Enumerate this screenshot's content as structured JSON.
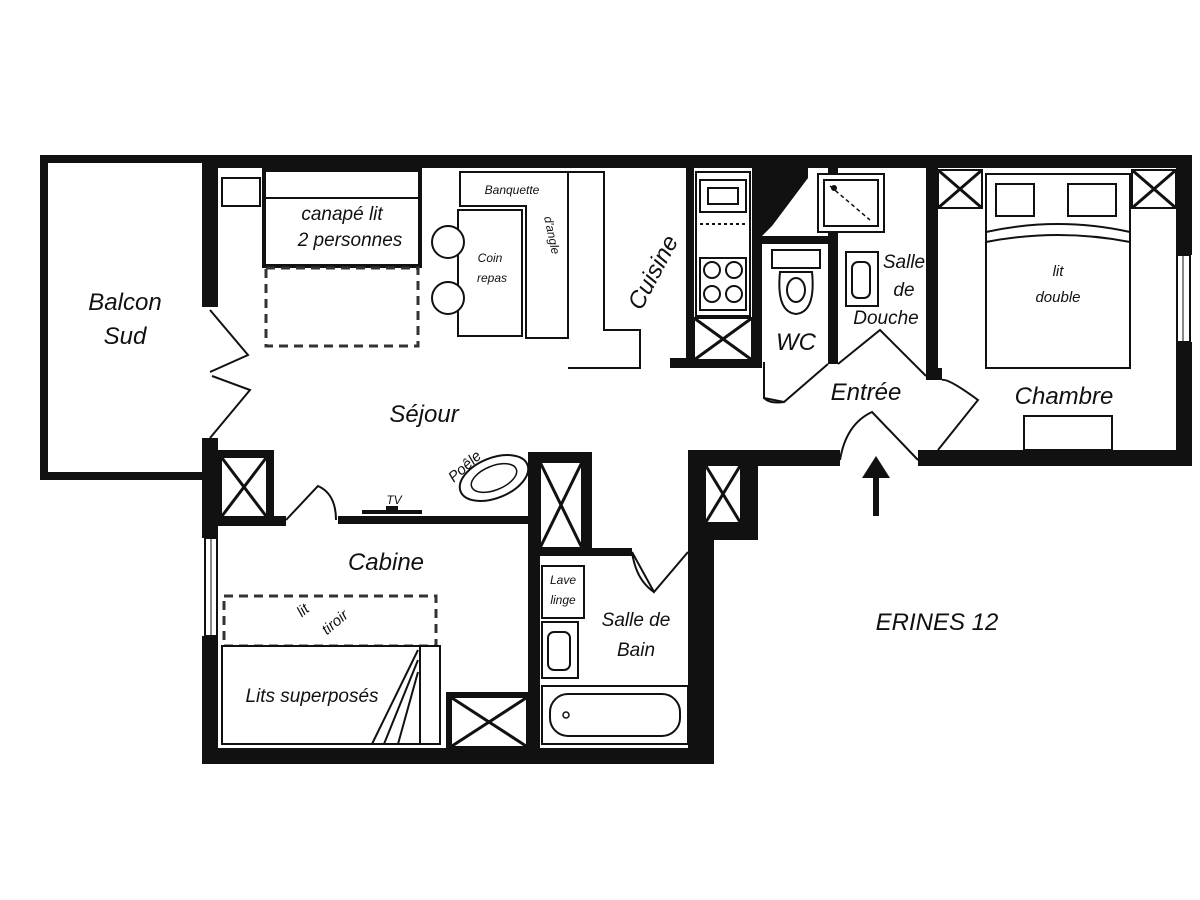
{
  "plan": {
    "title": "ERINES 12",
    "rooms": {
      "balcon": [
        "Balcon",
        "Sud"
      ],
      "sejour": "Séjour",
      "cuisine": "Cuisine",
      "wc": "WC",
      "salle_douche": [
        "Salle",
        "de",
        "Douche"
      ],
      "chambre": "Chambre",
      "entree": "Entrée",
      "cabine": "Cabine",
      "salle_bain": [
        "Salle de",
        "Bain"
      ]
    },
    "furniture": {
      "canape": [
        "canapé lit",
        "2 personnes"
      ],
      "banquette": "Banquette",
      "angle": "d'angle",
      "coin_repas": [
        "Coin",
        "repas"
      ],
      "lit_double": [
        "lit",
        "double"
      ],
      "poele": "Poêle",
      "tv": "TV",
      "lit_tiroir": [
        "lit",
        "tiroir"
      ],
      "lits_superposes": "Lits superposés",
      "lave_linge": [
        "Lave",
        "linge"
      ]
    }
  }
}
